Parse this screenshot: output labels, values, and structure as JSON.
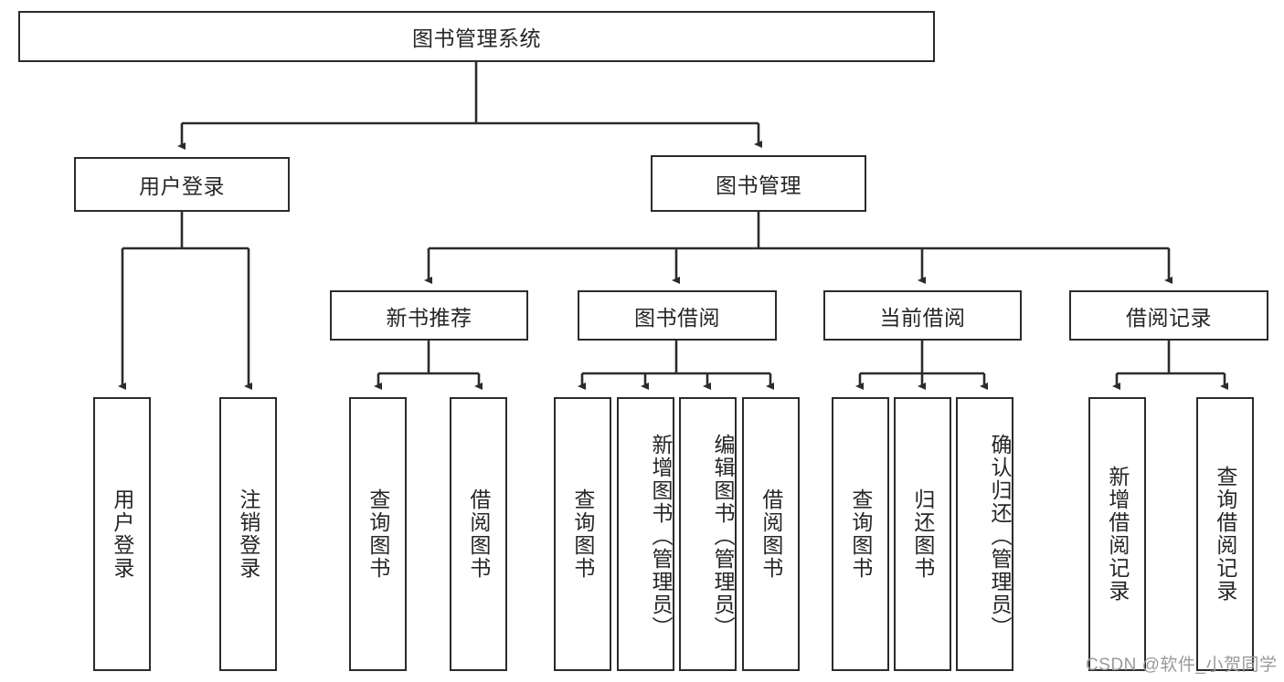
{
  "diagram": {
    "type": "hierarchical-tree",
    "title": "图书管理系统",
    "root": {
      "label": "图书管理系统"
    },
    "level1": [
      {
        "label": "用户登录"
      },
      {
        "label": "图书管理"
      }
    ],
    "level2": [
      {
        "label": "新书推荐",
        "parent": "图书管理"
      },
      {
        "label": "图书借阅",
        "parent": "图书管理"
      },
      {
        "label": "当前借阅",
        "parent": "图书管理"
      },
      {
        "label": "借阅记录",
        "parent": "图书管理"
      }
    ],
    "leaves": {
      "user_login": [
        {
          "label": "用户登录"
        },
        {
          "label": "注销登录"
        }
      ],
      "new_book_recommend": [
        {
          "label": "查询图书"
        },
        {
          "label": "借阅图书"
        }
      ],
      "book_borrow": [
        {
          "label": "查询图书"
        },
        {
          "label": "新增图书（管理员）"
        },
        {
          "label": "编辑图书（管理员）"
        },
        {
          "label": "借阅图书"
        }
      ],
      "current_borrow": [
        {
          "label": "查询图书"
        },
        {
          "label": "归还图书"
        },
        {
          "label": "确认归还（管理员）"
        }
      ],
      "borrow_record": [
        {
          "label": "新增借阅记录"
        },
        {
          "label": "查询借阅记录"
        }
      ]
    }
  },
  "watermark": {
    "text": "CSDN @软件_小贺同学"
  },
  "colors": {
    "stroke": "#2b2b2b",
    "background": "#ffffff",
    "text": "#262626",
    "watermark": "#9a9a9a"
  }
}
